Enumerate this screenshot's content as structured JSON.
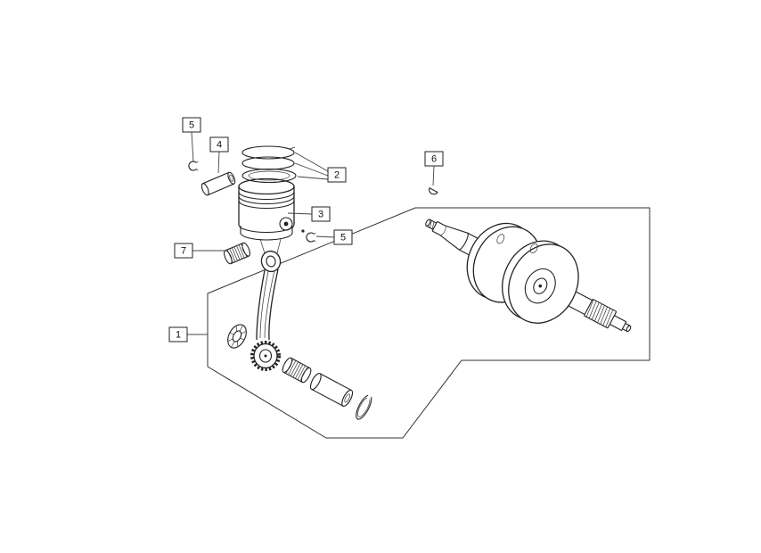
{
  "diagram": {
    "background_color": "#ffffff",
    "line_color": "#222222",
    "callouts": [
      {
        "label": "5",
        "part": "circlip-piston-pin"
      },
      {
        "label": "4",
        "part": "piston-pin"
      },
      {
        "label": "2",
        "part": "piston-rings"
      },
      {
        "label": "3",
        "part": "piston"
      },
      {
        "label": "5",
        "part": "circlip-piston-pin"
      },
      {
        "label": "6",
        "part": "woodruff-key"
      },
      {
        "label": "7",
        "part": "small-end-needle-bearing"
      },
      {
        "label": "1",
        "part": "crankshaft-connecting-rod-assembly"
      }
    ]
  }
}
